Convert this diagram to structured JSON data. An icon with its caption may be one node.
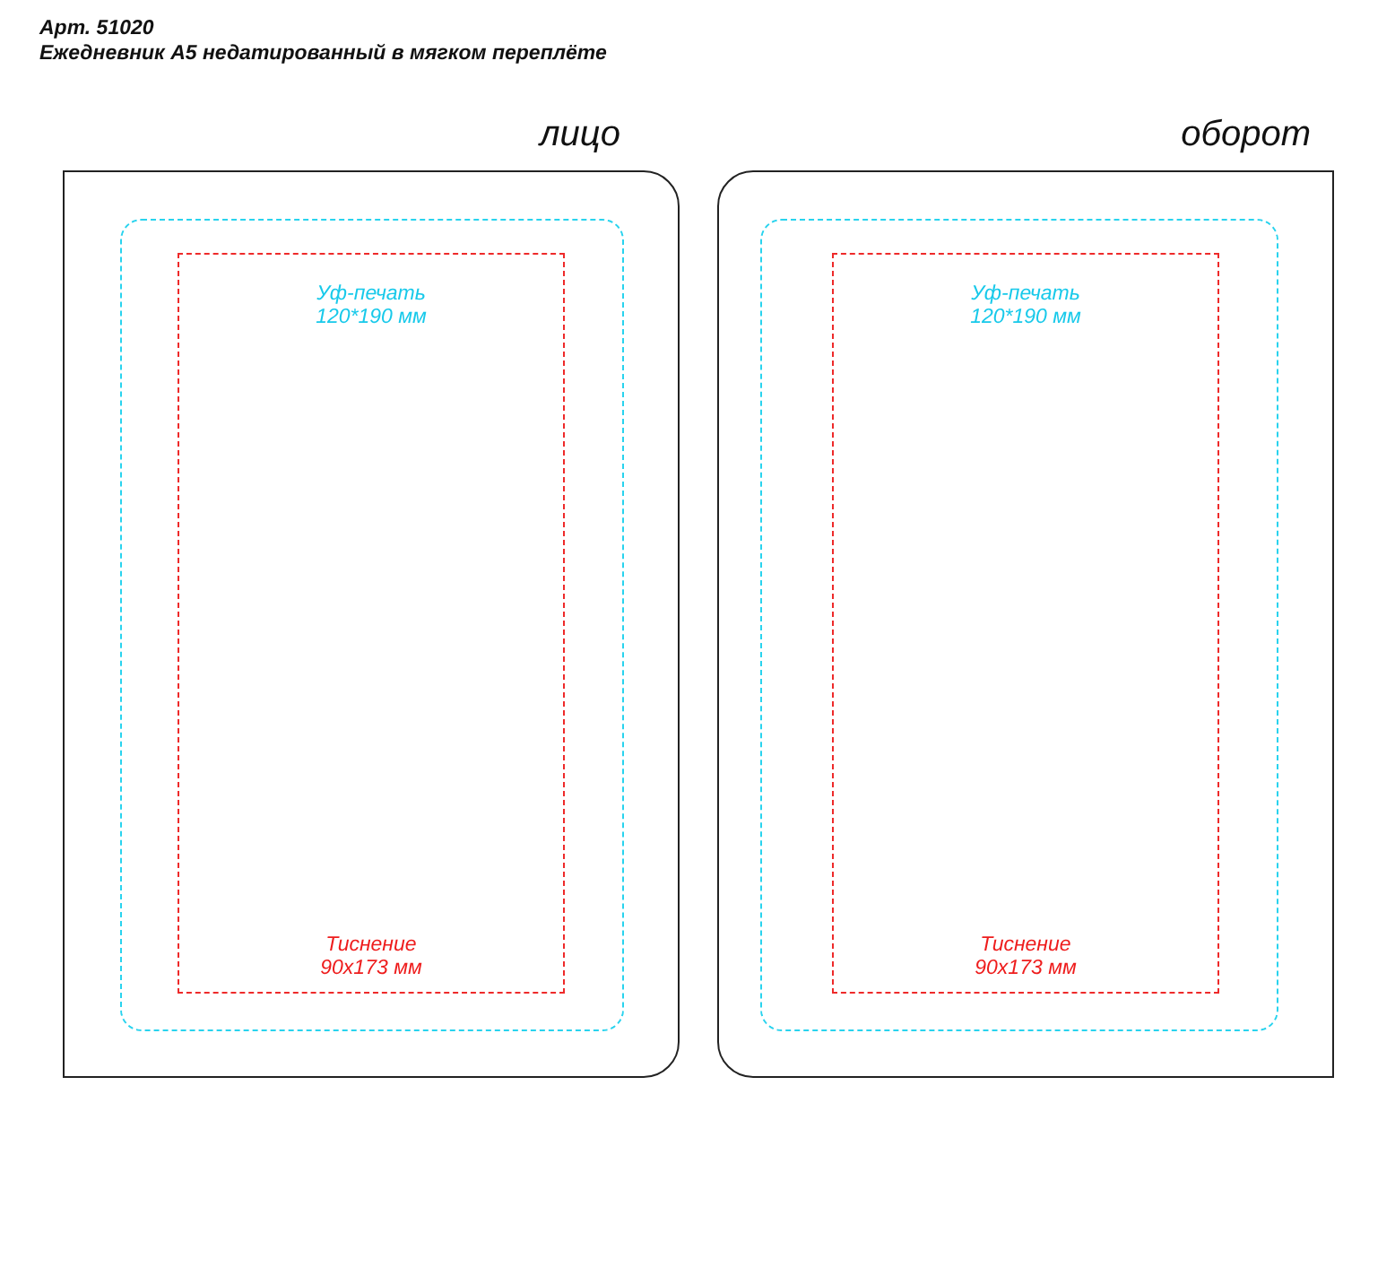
{
  "diagram": {
    "nodes": [
      {
        "text": [
          "лицо"
        ]
      },
      {
        "text": [],
        "shape": "box",
        "in": 0
      },
      {
        "text": [
          "Тиснение 90x173 мм"
        ],
        "in": 1
      },
      {
        "text": [
          "оборот"
        ]
      },
      {
        "text": [],
        "shape": "box",
        "in": 3
      },
      {
        "text": [
          "Тиснение 90x173 мм"
        ],
        "in": 4
      }
    ],
    "labels": [
      "Арт. 51020",
      "Ежедневник А5 недатированный в мягком переплёте",
      "Уф-печать 120*190 мм",
      "Уф-печать 120*190 мм"
    ]
  }
}
